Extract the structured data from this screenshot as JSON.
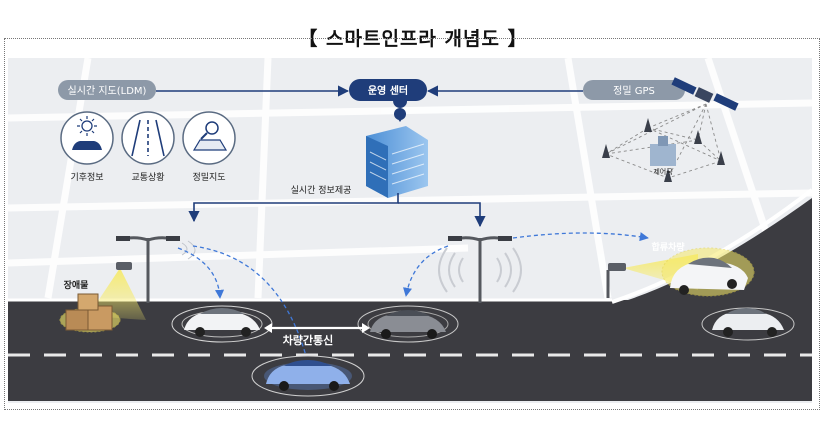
{
  "title": "【 스마트인프라 개념도 】",
  "nodes": {
    "ldm": "실시간 지도(LDM)",
    "center": "운영 센터",
    "gps": "정밀 GPS",
    "control": "제어국"
  },
  "icons": [
    {
      "label": "기후정보",
      "icon": "weather-sun-car-icon"
    },
    {
      "label": "교통상황",
      "icon": "road-lanes-icon"
    },
    {
      "label": "정밀지도",
      "icon": "map-magnifier-icon"
    }
  ],
  "edges": {
    "info": "실시간 정보제공",
    "v2v": "차량간통신"
  },
  "scene_labels": {
    "obstacle": "장애물",
    "merge": "합류차량"
  },
  "colors": {
    "navy": "#1f3d7a",
    "pill_gray": "#8d99a8",
    "road": "#3a3a3f",
    "sensor_beam": "#f3e25a",
    "car_highlight": "#3f6cc9"
  }
}
